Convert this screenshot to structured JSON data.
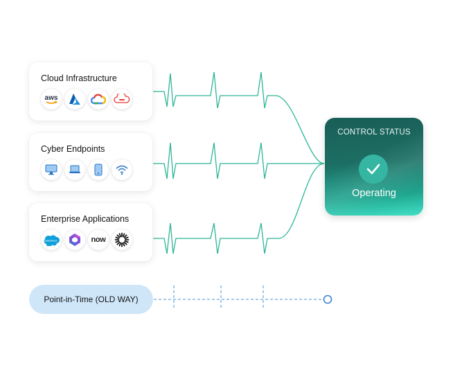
{
  "sources": [
    {
      "title": "Cloud Infrastructure",
      "icons": [
        "aws-icon",
        "azure-icon",
        "google-cloud-icon",
        "oracle-cloud-icon"
      ]
    },
    {
      "title": "Cyber Endpoints",
      "icons": [
        "desktop-icon",
        "laptop-icon",
        "mobile-icon",
        "wifi-icon"
      ]
    },
    {
      "title": "Enterprise Applications",
      "icons": [
        "salesforce-icon",
        "microsoft-teams-icon",
        "servicenow-icon",
        "okta-icon"
      ]
    }
  ],
  "icon_text": {
    "aws": "aws",
    "servicenow": "now",
    "salesforce": "salesforce"
  },
  "status": {
    "title": "CONTROL STATUS",
    "value": "Operating"
  },
  "point_in_time": {
    "label": "Point-in-Time (OLD WAY)"
  },
  "colors": {
    "pulse_line": "#2bb596",
    "dashed_line": "#4a90d9",
    "status_bg": "#1c6f64",
    "pill_bg": "#cfe6f9"
  }
}
